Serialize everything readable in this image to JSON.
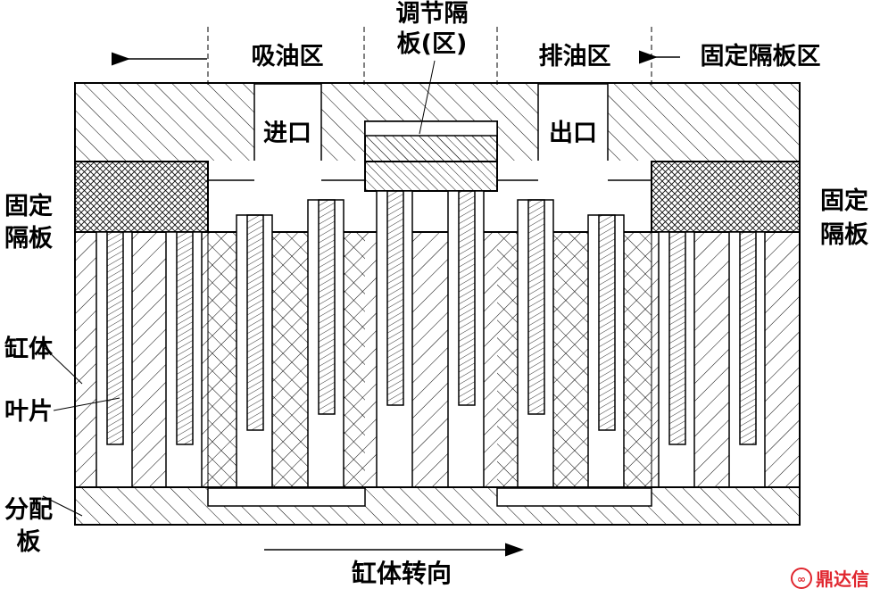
{
  "zones": {
    "suction": "吸油区",
    "adjust_line1": "调节隔",
    "adjust_line2": "板(区)",
    "discharge": "排油区",
    "fixed_zone": "固定隔板区"
  },
  "ports": {
    "inlet": "进口",
    "outlet": "出口"
  },
  "side_labels": {
    "fixed_left_1": "固定",
    "fixed_left_2": "隔板",
    "fixed_right_1": "固定",
    "fixed_right_2": "隔板",
    "cylinder": "缸体",
    "vane": "叶片",
    "plate_1": "分配",
    "plate_2": "板"
  },
  "rotation_label": "缸体转向",
  "watermark": "鼎达信",
  "colors": {
    "line": "#000000",
    "watermark": "#e0262e"
  }
}
